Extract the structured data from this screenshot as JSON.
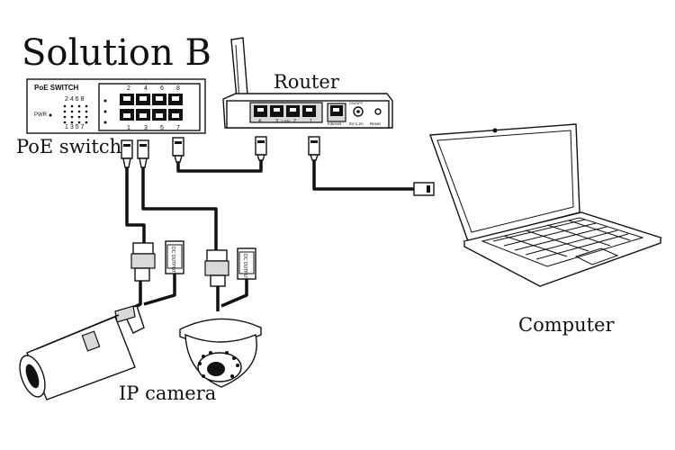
{
  "diagram": {
    "title": "Solution B",
    "labels": {
      "poe_switch": "PoE switch",
      "router": "Router",
      "computer": "Computer",
      "ip_camera": "IP camera"
    },
    "switch_device": {
      "caption": "PoE SWITCH",
      "top_leds": "2 4 6 8",
      "pwr": "PWR",
      "bottom_leds": "1 3 5 7",
      "top_ports": [
        "2",
        "4",
        "6",
        "8"
      ],
      "bottom_ports": [
        "1",
        "3",
        "5",
        "7"
      ]
    },
    "router_device": {
      "port_numbers": [
        "4",
        "3",
        "2",
        "1"
      ],
      "lan": "LAN",
      "internet": "Internet",
      "power": "5V-1.2A",
      "reset": "Reset",
      "on_off": "ON/OFF"
    },
    "baluns": [
      "DC OUTPUT",
      "DC OUTPUT"
    ]
  }
}
